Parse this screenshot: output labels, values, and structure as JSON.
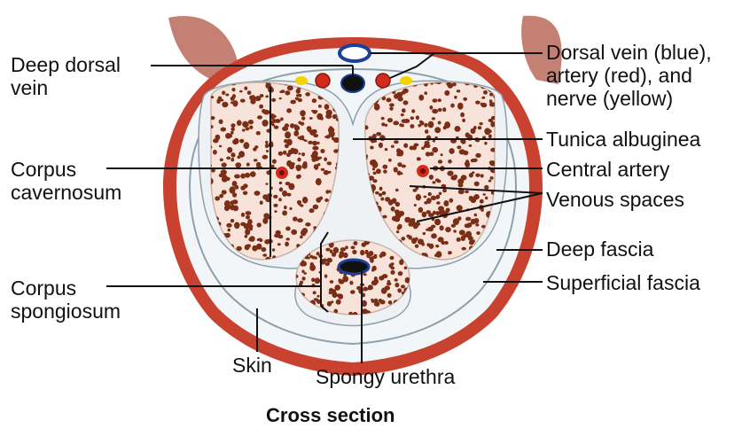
{
  "labels": {
    "deep_dorsal_vein": [
      "Deep dorsal",
      "vein"
    ],
    "dorsal_vein_artery_nerve": [
      "Dorsal vein (blue),",
      "artery (red), and",
      "nerve (yellow)"
    ],
    "tunica_albuginea": "Tunica albuginea",
    "central_artery": "Central artery",
    "venous_spaces": "Venous spaces",
    "corpus_cavernosum": [
      "Corpus",
      "cavernosum"
    ],
    "deep_fascia": "Deep fascia",
    "superficial_fascia": "Superficial fascia",
    "corpus_spongiosum": [
      "Corpus",
      "spongiosum"
    ],
    "skin": "Skin",
    "spongy_urethra": "Spongy urethra"
  },
  "caption": "Cross section",
  "colors": {
    "skin_outer": "#c9412f",
    "skin_back": "#b86a5a",
    "fascia_fill": "#f2f6f8",
    "erectile_fill": "#f7e3da",
    "erectile_spots": "#7a2e16",
    "vein_blue": "#1c3f9c",
    "artery_red": "#d42a1c",
    "nerve_yellow": "#f2d400",
    "leader": "#111111"
  }
}
